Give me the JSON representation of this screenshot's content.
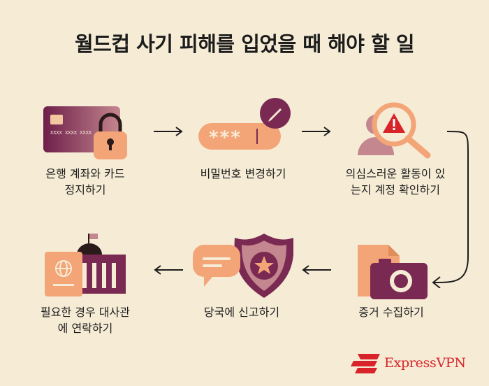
{
  "title": "월드컵 사기 피해를 입었을 때 해야 할 일",
  "steps": [
    {
      "label_line1": "은행 계좌와 카드",
      "label_line2": "정지하기",
      "icon": "credit-card-lock-icon"
    },
    {
      "label_line1": "비밀번호 변경하기",
      "label_line2": "",
      "icon": "password-field-pencil-icon"
    },
    {
      "label_line1": "의심스러운 활동이 있",
      "label_line2": "는지 계정 확인하기",
      "icon": "user-magnifier-alert-icon"
    },
    {
      "label_line1": "증거 수집하기",
      "label_line2": "",
      "icon": "document-camera-icon"
    },
    {
      "label_line1": "당국에 신고하기",
      "label_line2": "",
      "icon": "police-badge-chat-icon"
    },
    {
      "label_line1": "필요한 경우 대사관",
      "label_line2": "에 연락하기",
      "icon": "passport-embassy-icon"
    }
  ],
  "card_number_text": "XXXX XXXX XXXX",
  "password_mask": "***",
  "brand": {
    "name": "ExpressVPN",
    "color": "#d8232a"
  },
  "colors": {
    "plum": "#7a2a52",
    "salmon": "#f3a578",
    "rose": "#c4868f",
    "background": "#f6ecd6"
  }
}
